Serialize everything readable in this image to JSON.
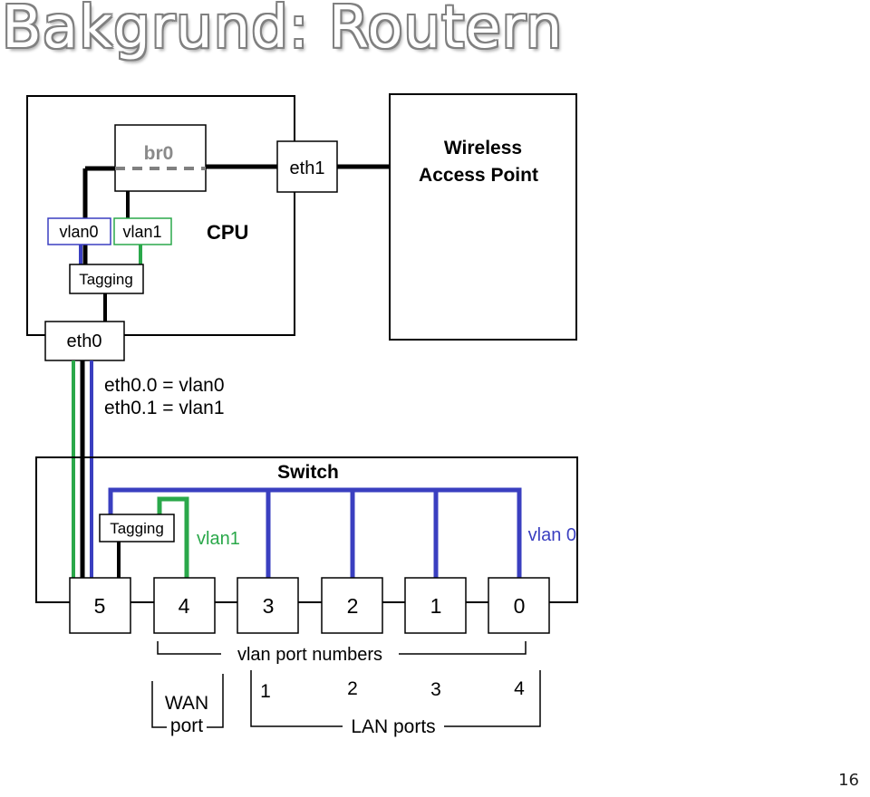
{
  "slide": {
    "title": "Bakgrund: Routern",
    "page_number": "16"
  },
  "diagram": {
    "cpu_label": "CPU",
    "bridge_label": "br0",
    "eth1_label": "eth1",
    "wap_line1": "Wireless",
    "wap_line2": "Access Point",
    "vlan0_label": "vlan0",
    "vlan1_label": "vlan1",
    "cpu_tagging_label": "Tagging",
    "eth0_label": "eth0",
    "mapping_line1": "eth0.0 = vlan0",
    "mapping_line2": "eth0.1 = vlan1",
    "switch_label": "Switch",
    "switch_tagging_label": "Tagging",
    "switch_vlan1_label": "vlan1",
    "switch_vlan0_label": "vlan 0",
    "ports": [
      "5",
      "4",
      "3",
      "2",
      "1",
      "0"
    ],
    "vlan_port_numbers_label": "vlan port numbers",
    "wan_line1": "WAN",
    "wan_line2": "port",
    "lan_numbers": [
      "1",
      "2",
      "3",
      "4"
    ],
    "lan_ports_label": "LAN ports",
    "colors": {
      "vlan0": "#3a3fc0",
      "vlan1": "#2aa84a",
      "bridge_dashed": "#808080",
      "bridge_label": "#8a8a8a",
      "line": "#000000"
    }
  }
}
